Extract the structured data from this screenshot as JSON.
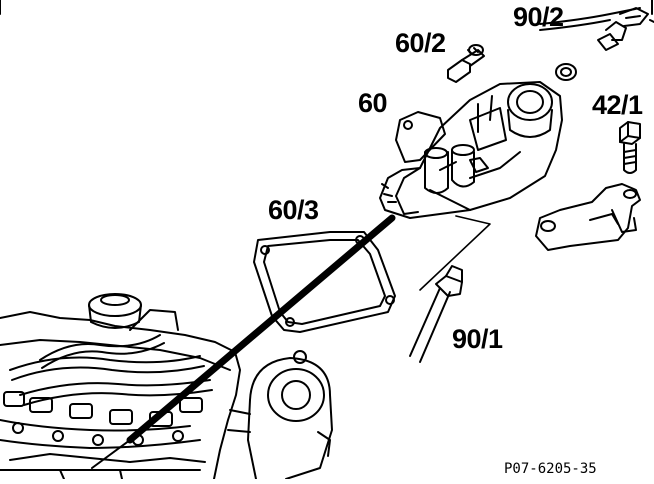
{
  "labels": {
    "part_60": "60",
    "part_60_2": "60/2",
    "part_60_3": "60/3",
    "part_90_1": "90/1",
    "part_90_2": "90/2",
    "part_42_1": "42/1"
  },
  "figure_ref": "P07-6205-35",
  "colors": {
    "ink": "#000000",
    "paper": "#ffffff"
  }
}
